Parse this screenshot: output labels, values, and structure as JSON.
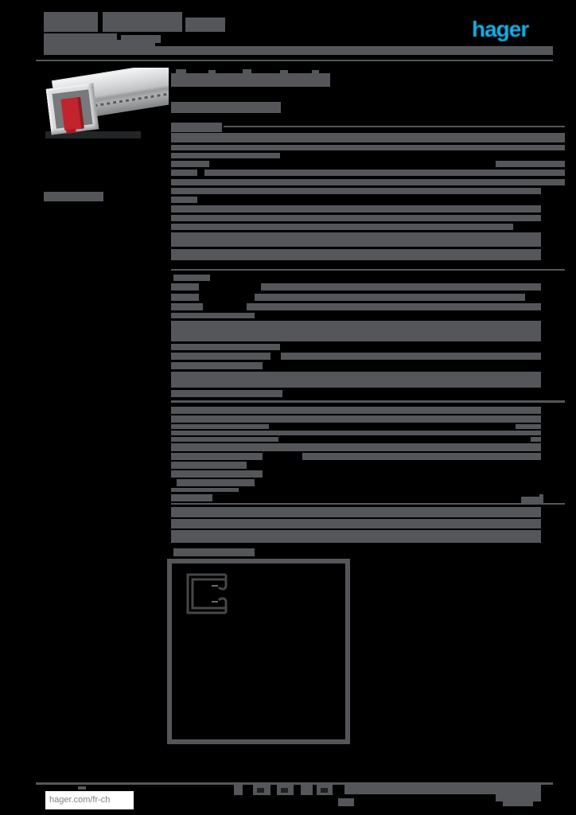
{
  "page": {
    "background": "#000000",
    "bar_color": "#55565a",
    "dark_mark_color": "#1f2021"
  },
  "brand": {
    "logo_text": "hager",
    "logo_color": "#1BAEE6"
  },
  "footer": {
    "website_label": "hager.com/fr-ch"
  },
  "photo": {
    "clip_color": "#c2242e"
  },
  "redactions": [
    {
      "name": "header-text-line",
      "bars": [
        [
          55,
          15,
          68,
          25
        ],
        [
          129,
          15,
          100,
          25
        ],
        [
          233,
          22,
          50,
          18
        ],
        [
          55,
          42,
          92,
          13
        ],
        [
          152,
          44,
          50,
          10
        ],
        [
          55,
          50,
          140,
          12
        ],
        [
          55,
          58,
          640,
          11
        ],
        [
          45,
          75,
          650,
          2
        ]
      ]
    },
    {
      "name": "product-title-line",
      "bars": [
        [
          221,
          87,
          13,
          6
        ],
        [
          262,
          88,
          9,
          5
        ],
        [
          305,
          87,
          11,
          6
        ],
        [
          352,
          88,
          10,
          5
        ],
        [
          392,
          88,
          9,
          5
        ],
        [
          215,
          92,
          200,
          17
        ],
        [
          215,
          128,
          138,
          14
        ]
      ]
    },
    {
      "name": "spec-section-1-line",
      "bars": [
        [
          215,
          154,
          64,
          12
        ],
        [
          281,
          158,
          429,
          2
        ],
        [
          215,
          167,
          495,
          12
        ],
        [
          215,
          182,
          495,
          7
        ],
        [
          215,
          192,
          137,
          7
        ],
        [
          215,
          202,
          48,
          8
        ],
        [
          623,
          202,
          87,
          8
        ],
        [
          215,
          213,
          33,
          8
        ],
        [
          257,
          213,
          453,
          8
        ],
        [
          215,
          225,
          495,
          8
        ],
        [
          215,
          236,
          465,
          8
        ],
        [
          215,
          247,
          33,
          8
        ],
        [
          215,
          258,
          465,
          9
        ],
        [
          215,
          270,
          465,
          8
        ],
        [
          215,
          281,
          430,
          8
        ],
        [
          215,
          292,
          465,
          18
        ],
        [
          215,
          313,
          465,
          14
        ]
      ]
    },
    {
      "name": "margin-label",
      "bars": [
        [
          55,
          241,
          75,
          12
        ]
      ]
    },
    {
      "name": "spec-section-2-line",
      "bars": [
        [
          215,
          338,
          495,
          2
        ],
        [
          218,
          345,
          46,
          8
        ],
        [
          215,
          356,
          35,
          9
        ],
        [
          328,
          356,
          352,
          9
        ],
        [
          215,
          369,
          35,
          9
        ],
        [
          320,
          369,
          340,
          9
        ],
        [
          215,
          381,
          40,
          9
        ],
        [
          310,
          381,
          370,
          9
        ],
        [
          215,
          393,
          105,
          7
        ],
        [
          215,
          403,
          465,
          26
        ],
        [
          215,
          432,
          137,
          8
        ],
        [
          215,
          443,
          125,
          9
        ],
        [
          353,
          443,
          327,
          9
        ],
        [
          215,
          455,
          115,
          9
        ],
        [
          215,
          467,
          465,
          20
        ],
        [
          215,
          490,
          140,
          9
        ]
      ]
    },
    {
      "name": "spec-section-3-line",
      "bars": [
        [
          215,
          503,
          495,
          3
        ],
        [
          215,
          511,
          465,
          9
        ],
        [
          215,
          522,
          465,
          9
        ],
        [
          215,
          533,
          123,
          6
        ],
        [
          648,
          533,
          32,
          6
        ],
        [
          215,
          541,
          465,
          6
        ],
        [
          215,
          549,
          135,
          6
        ],
        [
          667,
          549,
          13,
          6
        ],
        [
          215,
          557,
          465,
          10
        ],
        [
          215,
          569,
          115,
          9
        ],
        [
          380,
          569,
          300,
          9
        ],
        [
          215,
          580,
          95,
          9
        ],
        [
          215,
          591,
          115,
          9
        ],
        [
          222,
          602,
          98,
          9
        ],
        [
          215,
          613,
          85,
          5
        ]
      ]
    },
    {
      "name": "spec-section-4-line",
      "bars": [
        [
          215,
          621,
          52,
          9
        ],
        [
          655,
          624,
          28,
          9
        ],
        [
          678,
          621,
          5,
          4
        ],
        [
          215,
          632,
          495,
          2
        ],
        [
          215,
          637,
          465,
          13
        ],
        [
          215,
          652,
          465,
          12
        ],
        [
          215,
          666,
          465,
          16
        ]
      ]
    },
    {
      "name": "drawing-section-label",
      "bars": [
        [
          218,
          689,
          102,
          10
        ]
      ]
    },
    {
      "name": "footer-mark",
      "bars": [
        [
          45,
          983,
          650,
          3
        ],
        [
          98,
          988,
          10,
          4
        ],
        [
          294,
          986,
          11,
          13
        ],
        [
          318,
          986,
          22,
          13
        ],
        [
          348,
          986,
          21,
          13
        ],
        [
          378,
          986,
          15,
          13
        ],
        [
          398,
          986,
          20,
          13
        ],
        [
          433,
          986,
          247,
          12
        ],
        [
          623,
          997,
          57,
          10
        ],
        [
          632,
          1007,
          38,
          6
        ],
        [
          425,
          1003,
          20,
          10
        ]
      ]
    },
    {
      "name": "footer-pictogram-mark",
      "color": "#1f2021",
      "bars": [
        [
          323,
          990,
          9,
          6
        ],
        [
          353,
          990,
          9,
          6
        ],
        [
          403,
          990,
          9,
          6
        ]
      ]
    }
  ]
}
